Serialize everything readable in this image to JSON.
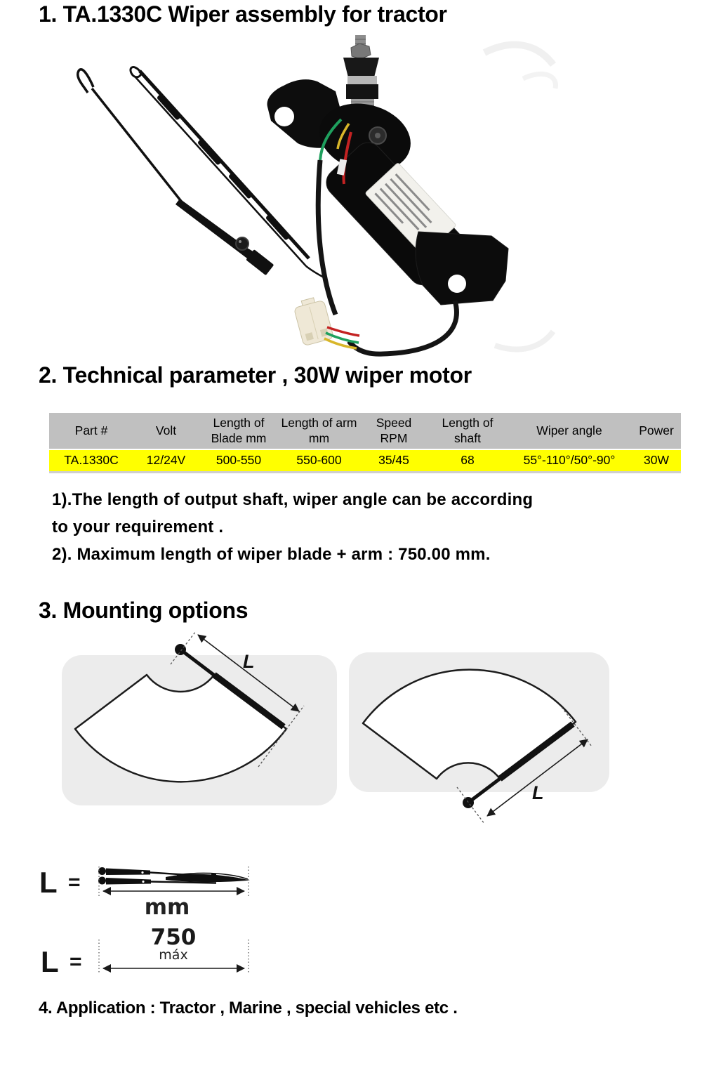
{
  "document": {
    "sections": {
      "s1_title": "1. TA.1330C Wiper assembly for tractor",
      "s2_title": "2. Technical parameter , 30W wiper motor",
      "s3_title": "3. Mounting options",
      "s4_title": "4. Application : Tractor , Marine , special vehicles etc ."
    },
    "notes": {
      "line1": "1).The length of output shaft, wiper angle can be according",
      "line2": "to your requirement .",
      "line3": "2). Maximum length of wiper blade + arm : 750.00 mm."
    }
  },
  "spec_table": {
    "headers": [
      "Part #",
      "Volt",
      "Length of Blade mm",
      "Length of arm mm",
      "Speed RPM",
      "Length of shaft",
      "Wiper angle",
      "Power"
    ],
    "row": [
      "TA.1330C",
      "12/24V",
      "500-550",
      "550-600",
      "35/45",
      "68",
      "55°-110°/50°-90°",
      "30W"
    ],
    "colors": {
      "header_bg": "#c0c0c0",
      "row_bg": "#ffff00",
      "text": "#000000"
    }
  },
  "mounting": {
    "panel_bg": "#ececec",
    "left_label": "L",
    "right_label": "L"
  },
  "length_legend": {
    "row1": {
      "symbol": "L",
      "equals": "=",
      "unit": "mm"
    },
    "row2": {
      "symbol": "L",
      "equals": "=",
      "value": "750",
      "qualifier": "máx"
    }
  }
}
